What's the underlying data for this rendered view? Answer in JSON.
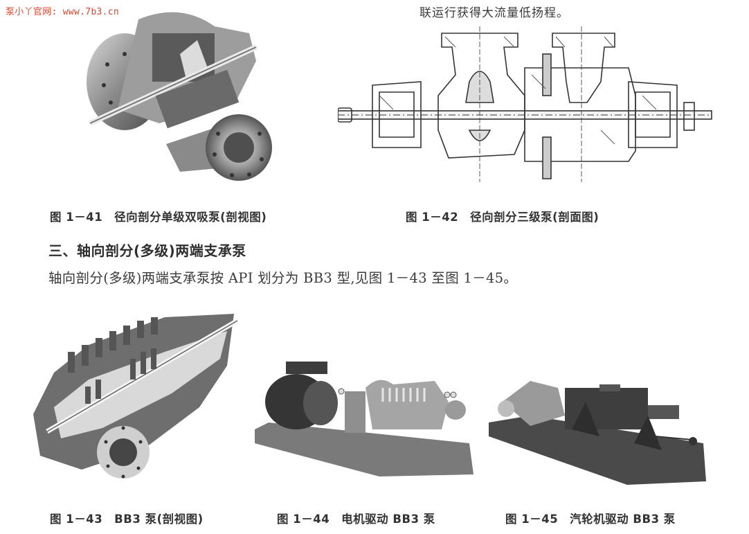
{
  "watermark": "泵小丫官网: www.7b3.cn",
  "top_continuation_text": "联运行获得大流量低扬程。",
  "figures": [
    {
      "id": "fig-1-41",
      "caption": "图 1－41　径向剖分单级双吸泵(剖视图)",
      "image_desc": "radial split single-stage double-suction pump cutaway render"
    },
    {
      "id": "fig-1-42",
      "caption": "图 1－42　径向剖分三级泵(剖面图)",
      "image_desc": "radial split three-stage pump sectional drawing"
    },
    {
      "id": "fig-1-43",
      "caption": "图 1－43　BB3 泵(剖视图)",
      "image_desc": "BB3 pump cutaway render"
    },
    {
      "id": "fig-1-44",
      "caption": "图 1－44　电机驱动 BB3 泵",
      "image_desc": "motor-driven BB3 pump photo"
    },
    {
      "id": "fig-1-45",
      "caption": "图 1－45　汽轮机驱动 BB3 泵",
      "image_desc": "steam turbine driven BB3 pump photo"
    }
  ],
  "section": {
    "heading": "三、轴向剖分(多级)两端支承泵",
    "body": "轴向剖分(多级)两端支承泵按 API 划分为 BB3 型,见图 1－43 至图 1－45。"
  }
}
